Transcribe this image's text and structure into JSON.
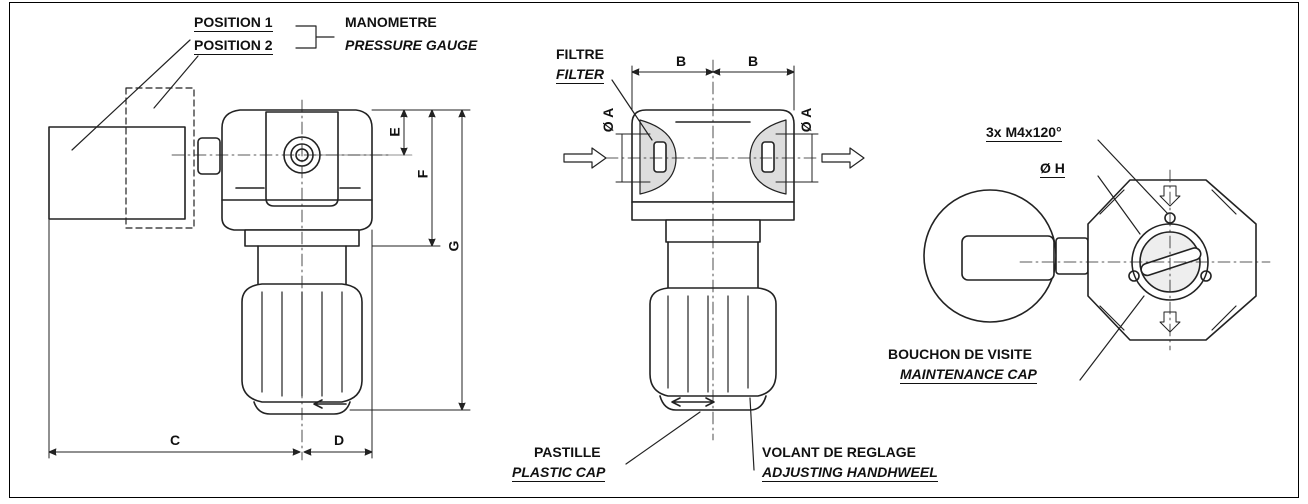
{
  "labels": {
    "position1": "POSITION 1",
    "position2": "POSITION 2",
    "manometre": "MANOMETRE",
    "pressure_gauge": "PRESSURE GAUGE",
    "filtre": "FILTRE",
    "filter": "FILTER",
    "thread": "3x M4x120°",
    "dia_h": "Ø H",
    "bouchon": "BOUCHON DE VISITE",
    "maintenance_cap": "MAINTENANCE CAP",
    "pastille": "PASTILLE",
    "plastic_cap": "PLASTIC CAP",
    "volant": "VOLANT DE REGLAGE",
    "adjusting": "ADJUSTING HANDHWEEL"
  },
  "dimensions": {
    "a_left": "Ø A",
    "a_right": "Ø A",
    "b_left": "B",
    "b_right": "B",
    "c": "C",
    "d": "D",
    "e": "E",
    "f": "F",
    "g": "G"
  }
}
